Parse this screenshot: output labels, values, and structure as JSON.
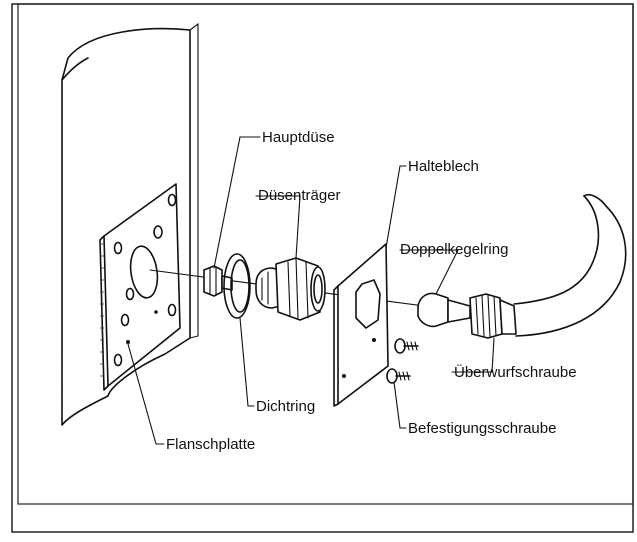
{
  "labels": {
    "hauptduese": "Hauptdüse",
    "duesentraeger": "Düsenträger",
    "halteblech": "Halteblech",
    "doppelkegelring": "Doppelkegelring",
    "ueberwurfschraube": "Überwurfschraube",
    "dichtring": "Dichtring",
    "befestigungsschraube": "Befestigungsschraube",
    "flanschplatte": "Flanschplatte"
  }
}
